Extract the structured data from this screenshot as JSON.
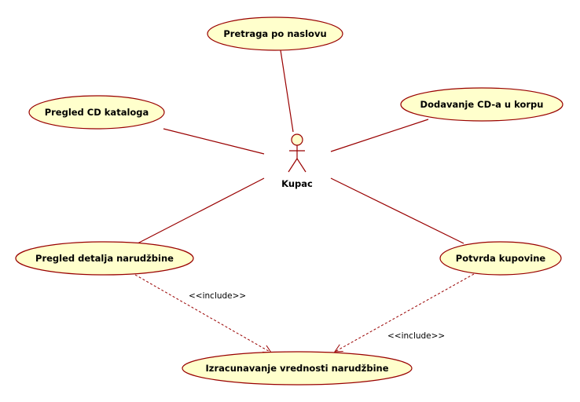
{
  "diagram": {
    "actor": {
      "name": "Kupac"
    },
    "use_cases": {
      "search": "Pretraga po naslovu",
      "catalog": "Pregled CD kataloga",
      "add_to_cart": "Dodavanje CD-a u korpu",
      "order_details": "Pregled detalja narudžbine",
      "confirm_purchase": "Potvrda kupovine",
      "calc_value": "Izracunavanje vrednosti narudžbine"
    },
    "relationships": {
      "include_left": "<<include>>",
      "include_right": "<<include>>"
    },
    "colors": {
      "use_case_fill": "#ffffcc",
      "line": "#990000",
      "text": "#000000"
    }
  }
}
